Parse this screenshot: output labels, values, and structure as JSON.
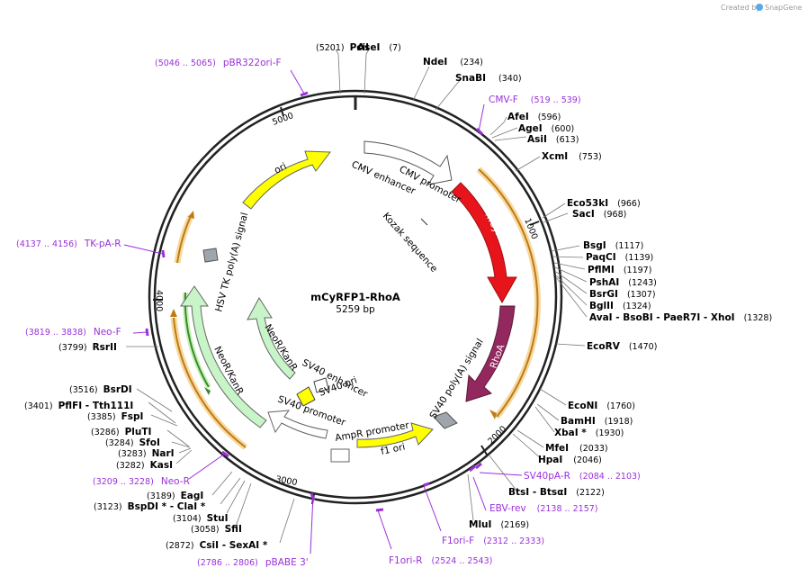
{
  "credit": {
    "created_by": "Created by",
    "brand": "SnapGene"
  },
  "plasmid": {
    "name": "mCyRFP1-RhoA",
    "length": "5259 bp"
  },
  "ticks": [
    "1000",
    "2000",
    "3000",
    "4000",
    "5000"
  ],
  "features": [
    {
      "id": "cmv_enh",
      "label": "CMV enhancer"
    },
    {
      "id": "cmv_prom",
      "label": "CMV promoter"
    },
    {
      "id": "kozak",
      "label": "Kozak sequence"
    },
    {
      "id": "mcyrfp1",
      "label": "mCyRFP1"
    },
    {
      "id": "rhoa",
      "label": "RhoA"
    },
    {
      "id": "sv40pa",
      "label": "SV40 poly(A) signal"
    },
    {
      "id": "f1ori",
      "label": "f1 ori"
    },
    {
      "id": "ampr_prom",
      "label": "AmpR promoter"
    },
    {
      "id": "sv40_prom",
      "label": "SV40 promoter"
    },
    {
      "id": "sv40_enh",
      "label": "SV40 enhancer"
    },
    {
      "id": "sv40_ori",
      "label": "SV40 ori"
    },
    {
      "id": "neokan_inner",
      "label": "NeoR/KanR"
    },
    {
      "id": "neokan_outer",
      "label": "NeoR/KanR"
    },
    {
      "id": "hsvtk",
      "label": "HSV TK poly(A) signal"
    },
    {
      "id": "ori",
      "label": "ori"
    }
  ],
  "enzymes": [
    {
      "id": "pcii",
      "name": "PciI",
      "pos": "(5201)"
    },
    {
      "id": "asei",
      "name": "AseI",
      "pos": "(7)"
    },
    {
      "id": "ndei",
      "name": "NdeI",
      "pos": "(234)"
    },
    {
      "id": "snabi",
      "name": "SnaBI",
      "pos": "(340)"
    },
    {
      "id": "afei",
      "name": "AfeI",
      "pos": "(596)"
    },
    {
      "id": "agei",
      "name": "AgeI",
      "pos": "(600)"
    },
    {
      "id": "asii",
      "name": "AsiI",
      "pos": "(613)"
    },
    {
      "id": "xcmi",
      "name": "XcmI",
      "pos": "(753)"
    },
    {
      "id": "eco53ki",
      "name": "Eco53kI",
      "pos": "(966)"
    },
    {
      "id": "saci",
      "name": "SacI",
      "pos": "(968)"
    },
    {
      "id": "bsgi",
      "name": "BsgI",
      "pos": "(1117)"
    },
    {
      "id": "paqci",
      "name": "PaqCI",
      "pos": "(1139)"
    },
    {
      "id": "pflmi",
      "name": "PflMI",
      "pos": "(1197)"
    },
    {
      "id": "pshai",
      "name": "PshAI",
      "pos": "(1243)"
    },
    {
      "id": "bsrgi",
      "name": "BsrGI",
      "pos": "(1307)"
    },
    {
      "id": "bglii",
      "name": "BglII",
      "pos": "(1324)"
    },
    {
      "id": "avai",
      "name": "AvaI - BsoBI - PaeR7I - XhoI",
      "pos": "(1328)"
    },
    {
      "id": "ecorv",
      "name": "EcoRV",
      "pos": "(1470)"
    },
    {
      "id": "econi",
      "name": "EcoNI",
      "pos": "(1760)"
    },
    {
      "id": "bamhi",
      "name": "BamHI",
      "pos": "(1918)"
    },
    {
      "id": "xbai",
      "name": "XbaI *",
      "pos": "(1930)"
    },
    {
      "id": "mfei",
      "name": "MfeI",
      "pos": "(2033)"
    },
    {
      "id": "hpai",
      "name": "HpaI",
      "pos": "(2046)"
    },
    {
      "id": "btsi",
      "name": "BtsI - BtsαI",
      "pos": "(2122)"
    },
    {
      "id": "mlui",
      "name": "MluI",
      "pos": "(2169)"
    },
    {
      "id": "csii",
      "name": "CsiI - SexAI *",
      "pos": "(2872)"
    },
    {
      "id": "sfii",
      "name": "SfiI",
      "pos": "(3058)"
    },
    {
      "id": "stui",
      "name": "StuI",
      "pos": "(3104)"
    },
    {
      "id": "bspdi",
      "name": "BspDI * - ClaI *",
      "pos": "(3123)"
    },
    {
      "id": "eagi",
      "name": "EagI",
      "pos": "(3189)"
    },
    {
      "id": "kasi",
      "name": "KasI",
      "pos": "(3282)"
    },
    {
      "id": "nari",
      "name": "NarI",
      "pos": "(3283)"
    },
    {
      "id": "sfoi",
      "name": "SfoI",
      "pos": "(3284)"
    },
    {
      "id": "pluti",
      "name": "PluTI",
      "pos": "(3286)"
    },
    {
      "id": "fspi",
      "name": "FspI",
      "pos": "(3385)"
    },
    {
      "id": "pflfi",
      "name": "PflFI - Tth111I",
      "pos": "(3401)"
    },
    {
      "id": "bsrdi",
      "name": "BsrDI",
      "pos": "(3516)"
    },
    {
      "id": "rsrii",
      "name": "RsrII",
      "pos": "(3799)"
    }
  ],
  "primers": [
    {
      "id": "pbr322",
      "name": "pBR322ori-F",
      "pos": "(5046 .. 5065)"
    },
    {
      "id": "cmvf",
      "name": "CMV-F",
      "pos": "(519 .. 539)"
    },
    {
      "id": "tkpa",
      "name": "TK-pA-R",
      "pos": "(4137 .. 4156)"
    },
    {
      "id": "neof",
      "name": "Neo-F",
      "pos": "(3819 .. 3838)"
    },
    {
      "id": "neor",
      "name": "Neo-R",
      "pos": "(3209 .. 3228)"
    },
    {
      "id": "sv40par",
      "name": "SV40pA-R",
      "pos": "(2084 .. 2103)"
    },
    {
      "id": "ebvrev",
      "name": "EBV-rev",
      "pos": "(2138 .. 2157)"
    },
    {
      "id": "f1orif",
      "name": "F1ori-F",
      "pos": "(2312 .. 2333)"
    },
    {
      "id": "f1orir",
      "name": "F1ori-R",
      "pos": "(2524 .. 2543)"
    },
    {
      "id": "pbabe",
      "name": "pBABE 3'",
      "pos": "(2786 .. 2806)"
    }
  ],
  "colors": {
    "backbone": "#222222",
    "mcyrfp1": "#e8141b",
    "rhoa": "#93285e",
    "ori": "#ffff00",
    "neokan": "#c7f5c7",
    "promoter": "#ffffff",
    "polya": "#9fa5ad",
    "orf": "#f1c56b",
    "primer": "#9b30d9"
  }
}
